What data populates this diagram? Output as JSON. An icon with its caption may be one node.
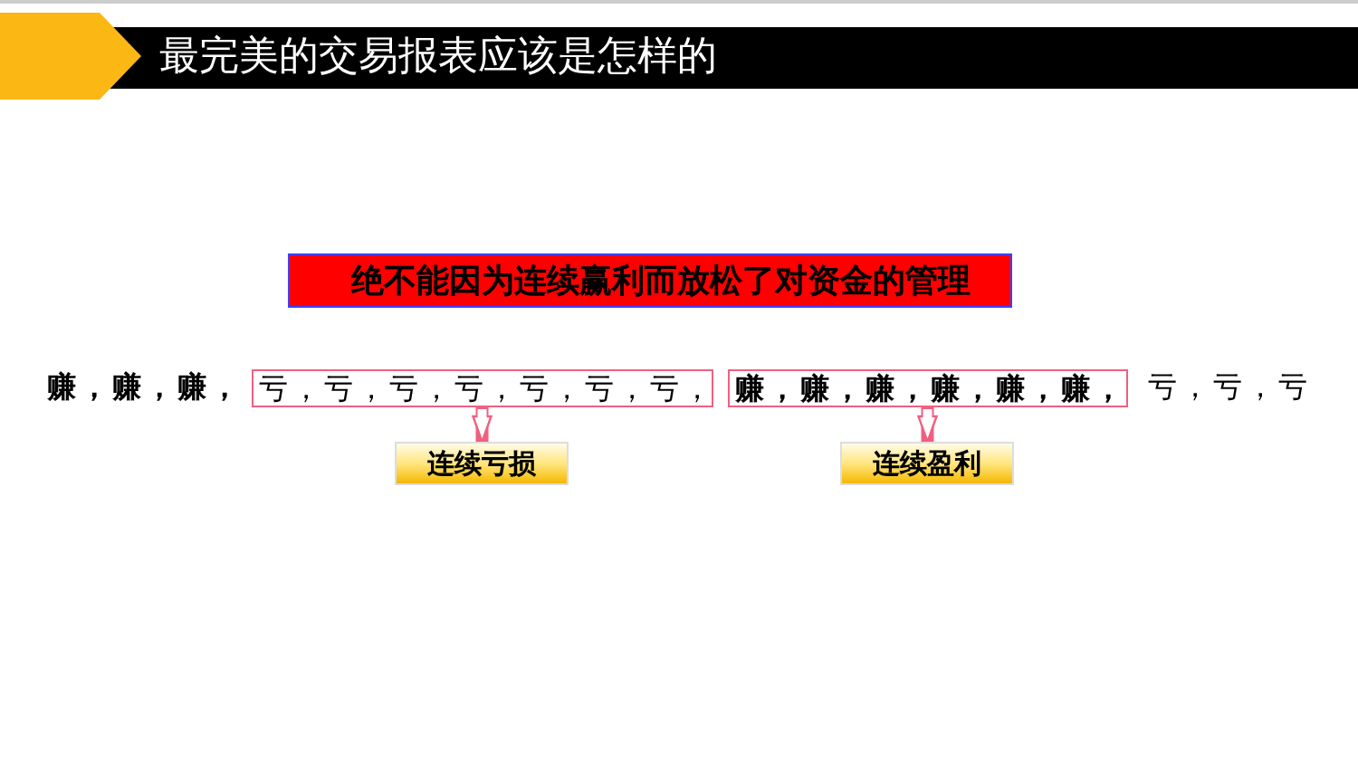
{
  "diagram": {
    "title": "最完美的交易报表应该是怎样的",
    "nodes": [
      {
        "text": [
          "绝不能因为连续赢利而放松了对资金的管理"
        ]
      },
      {
        "text": [
          "亏，亏，亏，亏，亏，亏，亏，"
        ]
      },
      {
        "text": [
          "赚，赚，赚，赚，赚，赚，"
        ]
      },
      {
        "text": [
          "连续亏损"
        ]
      },
      {
        "text": [
          "连续盈利"
        ]
      }
    ],
    "edges": [
      {
        "from": 1,
        "to": 3,
        "arrow": "to"
      },
      {
        "from": 2,
        "to": 4,
        "arrow": "to"
      }
    ],
    "labels": [
      "赚，赚，赚，",
      "亏，亏，亏"
    ]
  }
}
